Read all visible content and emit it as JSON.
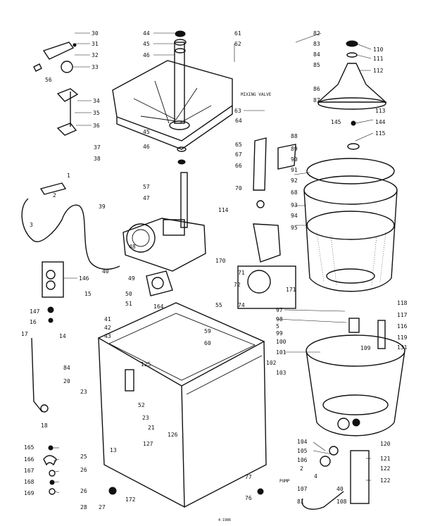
{
  "diagram": {
    "tags": {
      "pump_tag": "PUMP",
      "mixing_valve_tag": "MIXING VALVE",
      "code": "4-1986"
    },
    "callouts": [
      {
        "key": "c30",
        "text": "30"
      },
      {
        "key": "c31",
        "text": "31"
      },
      {
        "key": "c32",
        "text": "32"
      },
      {
        "key": "c33",
        "text": "33"
      },
      {
        "key": "c56",
        "text": "56"
      },
      {
        "key": "c34",
        "text": "34"
      },
      {
        "key": "c35",
        "text": "35"
      },
      {
        "key": "c36",
        "text": "36"
      },
      {
        "key": "c37",
        "text": "37"
      },
      {
        "key": "c38",
        "text": "38"
      },
      {
        "key": "c44",
        "text": "44"
      },
      {
        "key": "c45a",
        "text": "45"
      },
      {
        "key": "c46a",
        "text": "46"
      },
      {
        "key": "c45b",
        "text": "45"
      },
      {
        "key": "c46b",
        "text": "46"
      },
      {
        "key": "c57",
        "text": "57"
      },
      {
        "key": "c47",
        "text": "47"
      },
      {
        "key": "c61",
        "text": "61"
      },
      {
        "key": "c62",
        "text": "62"
      },
      {
        "key": "c63",
        "text": "63"
      },
      {
        "key": "c82",
        "text": "82"
      },
      {
        "key": "c83",
        "text": "83"
      },
      {
        "key": "c84",
        "text": "84"
      },
      {
        "key": "c85",
        "text": "85"
      },
      {
        "key": "c86",
        "text": "86"
      },
      {
        "key": "c87",
        "text": "87"
      },
      {
        "key": "c110",
        "text": "110"
      },
      {
        "key": "c111",
        "text": "111"
      },
      {
        "key": "c112",
        "text": "112"
      },
      {
        "key": "c113",
        "text": "113"
      },
      {
        "key": "c145",
        "text": "145"
      },
      {
        "key": "c144",
        "text": "144"
      },
      {
        "key": "c115",
        "text": "115"
      },
      {
        "key": "c64",
        "text": "64"
      },
      {
        "key": "c65",
        "text": "65"
      },
      {
        "key": "c67",
        "text": "67"
      },
      {
        "key": "c66",
        "text": "66"
      },
      {
        "key": "c70",
        "text": "70"
      },
      {
        "key": "c88",
        "text": "88"
      },
      {
        "key": "c89",
        "text": "89"
      },
      {
        "key": "c90",
        "text": "90"
      },
      {
        "key": "c91",
        "text": "91"
      },
      {
        "key": "c92",
        "text": "92"
      },
      {
        "key": "c68",
        "text": "68"
      },
      {
        "key": "c93",
        "text": "93"
      },
      {
        "key": "c94",
        "text": "94"
      },
      {
        "key": "c95",
        "text": "95"
      },
      {
        "key": "c114",
        "text": "114"
      },
      {
        "key": "c170",
        "text": "170"
      },
      {
        "key": "c71",
        "text": "71"
      },
      {
        "key": "c72",
        "text": "72"
      },
      {
        "key": "c171",
        "text": "171"
      },
      {
        "key": "c1",
        "text": "1"
      },
      {
        "key": "c2",
        "text": "2"
      },
      {
        "key": "c39",
        "text": "39"
      },
      {
        "key": "c3",
        "text": "3"
      },
      {
        "key": "c48",
        "text": "48"
      },
      {
        "key": "c40",
        "text": "40"
      },
      {
        "key": "c49",
        "text": "49"
      },
      {
        "key": "c146",
        "text": "146"
      },
      {
        "key": "c50",
        "text": "50"
      },
      {
        "key": "c15",
        "text": "15"
      },
      {
        "key": "c164",
        "text": "164"
      },
      {
        "key": "c51",
        "text": "51"
      },
      {
        "key": "c55",
        "text": "55"
      },
      {
        "key": "c147",
        "text": "147"
      },
      {
        "key": "c16",
        "text": "16"
      },
      {
        "key": "c17",
        "text": "17"
      },
      {
        "key": "c41",
        "text": "41"
      },
      {
        "key": "c42",
        "text": "42"
      },
      {
        "key": "c43",
        "text": "43"
      },
      {
        "key": "c14",
        "text": "14"
      },
      {
        "key": "c59",
        "text": "59"
      },
      {
        "key": "c60",
        "text": "60"
      },
      {
        "key": "c74",
        "text": "74"
      },
      {
        "key": "c97",
        "text": "97"
      },
      {
        "key": "c98",
        "text": "98"
      },
      {
        "key": "c5",
        "text": "5"
      },
      {
        "key": "c99",
        "text": "99"
      },
      {
        "key": "c100",
        "text": "100"
      },
      {
        "key": "c101",
        "text": "101"
      },
      {
        "key": "c102",
        "text": "102"
      },
      {
        "key": "c103",
        "text": "103"
      },
      {
        "key": "c109",
        "text": "109"
      },
      {
        "key": "c118",
        "text": "118"
      },
      {
        "key": "c117",
        "text": "117"
      },
      {
        "key": "c116",
        "text": "116"
      },
      {
        "key": "c119",
        "text": "119"
      },
      {
        "key": "c131",
        "text": "131"
      },
      {
        "key": "c120",
        "text": "120"
      },
      {
        "key": "c125",
        "text": "125"
      },
      {
        "key": "c84b",
        "text": "84"
      },
      {
        "key": "c20",
        "text": "20"
      },
      {
        "key": "c23a",
        "text": "23"
      },
      {
        "key": "c52",
        "text": "52"
      },
      {
        "key": "c23b",
        "text": "23"
      },
      {
        "key": "c21",
        "text": "21"
      },
      {
        "key": "c126",
        "text": "126"
      },
      {
        "key": "c127",
        "text": "127"
      },
      {
        "key": "c13",
        "text": "13"
      },
      {
        "key": "c18",
        "text": "18"
      },
      {
        "key": "c25",
        "text": "25"
      },
      {
        "key": "c165",
        "text": "165"
      },
      {
        "key": "c166",
        "text": "166"
      },
      {
        "key": "c167",
        "text": "167"
      },
      {
        "key": "c168",
        "text": "168"
      },
      {
        "key": "c169",
        "text": "169"
      },
      {
        "key": "c26a",
        "text": "26"
      },
      {
        "key": "c26b",
        "text": "26"
      },
      {
        "key": "c172",
        "text": "172"
      },
      {
        "key": "c28",
        "text": "28"
      },
      {
        "key": "c27",
        "text": "27"
      },
      {
        "key": "c77",
        "text": "77"
      },
      {
        "key": "c76",
        "text": "76"
      },
      {
        "key": "c104",
        "text": "104"
      },
      {
        "key": "c105",
        "text": "105"
      },
      {
        "key": "c106",
        "text": "106"
      },
      {
        "key": "c2b",
        "text": "2"
      },
      {
        "key": "c107",
        "text": "107"
      },
      {
        "key": "c4a",
        "text": "4"
      },
      {
        "key": "c40b",
        "text": "40"
      },
      {
        "key": "c81",
        "text": "81"
      },
      {
        "key": "c108",
        "text": "108"
      },
      {
        "key": "c121",
        "text": "121"
      },
      {
        "key": "c122a",
        "text": "122"
      },
      {
        "key": "c122b",
        "text": "122"
      }
    ]
  }
}
